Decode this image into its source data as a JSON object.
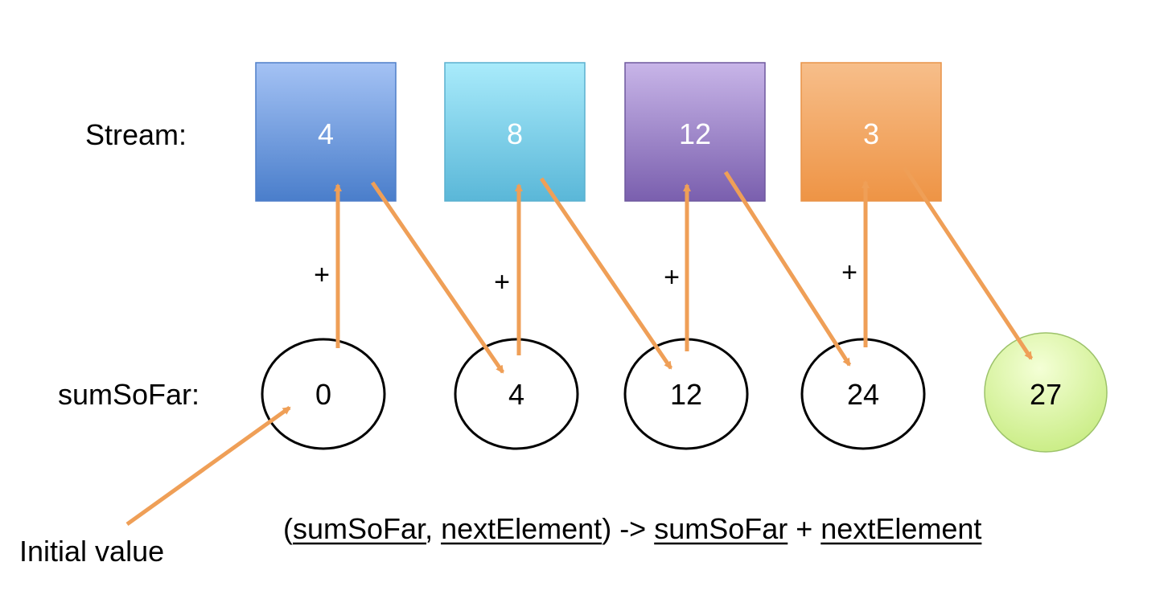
{
  "labels": {
    "stream": "Stream:",
    "sum_so_far": "sumSoFar:",
    "initial_value": "Initial value"
  },
  "stream": [
    {
      "value": "4",
      "top": "#a4c2f4",
      "bottom": "#4a7ecb",
      "edge": "#4f7fc8"
    },
    {
      "value": "8",
      "top": "#a9ebfb",
      "bottom": "#5ab7d8",
      "edge": "#5ab0cf"
    },
    {
      "value": "12",
      "top": "#c8b5e8",
      "bottom": "#7a5fae",
      "edge": "#6e589e"
    },
    {
      "value": "3",
      "top": "#f7be8a",
      "bottom": "#ee9445",
      "edge": "#e89348"
    }
  ],
  "plus_sign": "+",
  "sums": [
    "0",
    "4",
    "12",
    "24",
    "27"
  ],
  "result_fill": [
    "#f4ffd6",
    "#c8ec82"
  ],
  "arrow_color": "#ef9f57",
  "formula": {
    "open": "(",
    "arg1": "sumSoFar",
    "comma": ", ",
    "arg2": "nextElement",
    "close": ")",
    "arrow": " -> ",
    "term1": "sumSoFar",
    "plus": " + ",
    "term2": "nextElement"
  }
}
